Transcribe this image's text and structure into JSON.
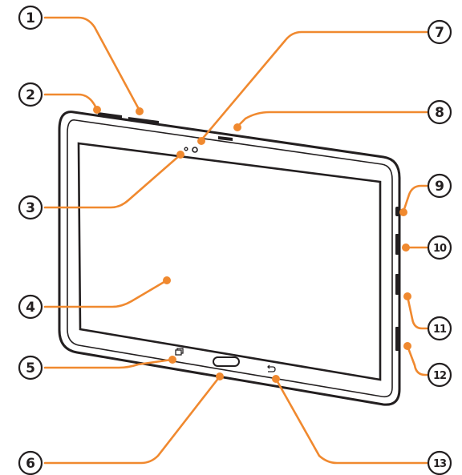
{
  "colors": {
    "leader": "#F0892F",
    "outline": "#231F20",
    "bezel_fill": "#FFFFFF",
    "screen_fill": "#FFFFFF",
    "callout_ring": "#231F20"
  },
  "callouts": {
    "c1": "1",
    "c2": "2",
    "c3": "3",
    "c4": "4",
    "c5": "5",
    "c6": "6",
    "c7": "7",
    "c8": "8",
    "c9": "9",
    "c10": "10",
    "c11": "11",
    "c12": "12",
    "c13": "13"
  },
  "icons": {
    "recent_apps": "recent-apps-icon",
    "home": "home-button",
    "back": "back-arrow-icon"
  }
}
